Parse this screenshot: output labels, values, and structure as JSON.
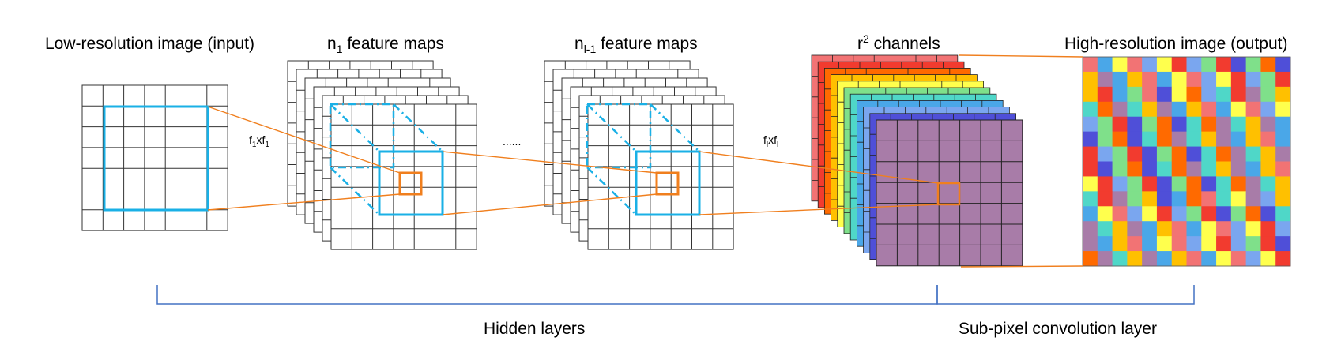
{
  "labels": {
    "input_title": "Low-resolution image (input)",
    "n1_base": "n",
    "n1_sub": "1",
    "n1_rest": " feature maps",
    "nl1_base": "n",
    "nl1_sub": "l-1",
    "nl1_rest": " feature maps",
    "r2_base": "r",
    "r2_sup": "2",
    "r2_rest": " channels",
    "output_title": "High-resolution image (output)",
    "f1_a": "f",
    "f1_a_sub": "1",
    "f1_x": "xf",
    "f1_b_sub": "1",
    "fl_a": "f",
    "fl_a_sub": "l",
    "fl_x": "xf",
    "fl_b_sub": "l",
    "ellipsis": "......",
    "hidden_layers": "Hidden layers",
    "subpixel_layer": "Sub-pixel convolution layer"
  },
  "colors": {
    "grid_line": "#333333",
    "kernel_blue": "#1ab0e6",
    "kernel_orange": "#f07f1e",
    "brace_blue": "#4472c4",
    "channels": [
      "#f27374",
      "#f23b2f",
      "#ff6a00",
      "#ffc000",
      "#ffff4d",
      "#7fe08a",
      "#4fd7c8",
      "#4aa7e8",
      "#7aa6ef",
      "#4f4fd8",
      "#a87ca8"
    ],
    "output_palette": [
      "#f27374",
      "#f23b2f",
      "#ff6a00",
      "#ffc000",
      "#ffff4d",
      "#7fe08a",
      "#4fd7c8",
      "#4aa7e8",
      "#7aa6ef",
      "#4f4fd8",
      "#a87ca8"
    ]
  },
  "grid": {
    "input_cells": 7,
    "feature_cells": 7,
    "channel_cells": 7,
    "output_cells": 14
  }
}
